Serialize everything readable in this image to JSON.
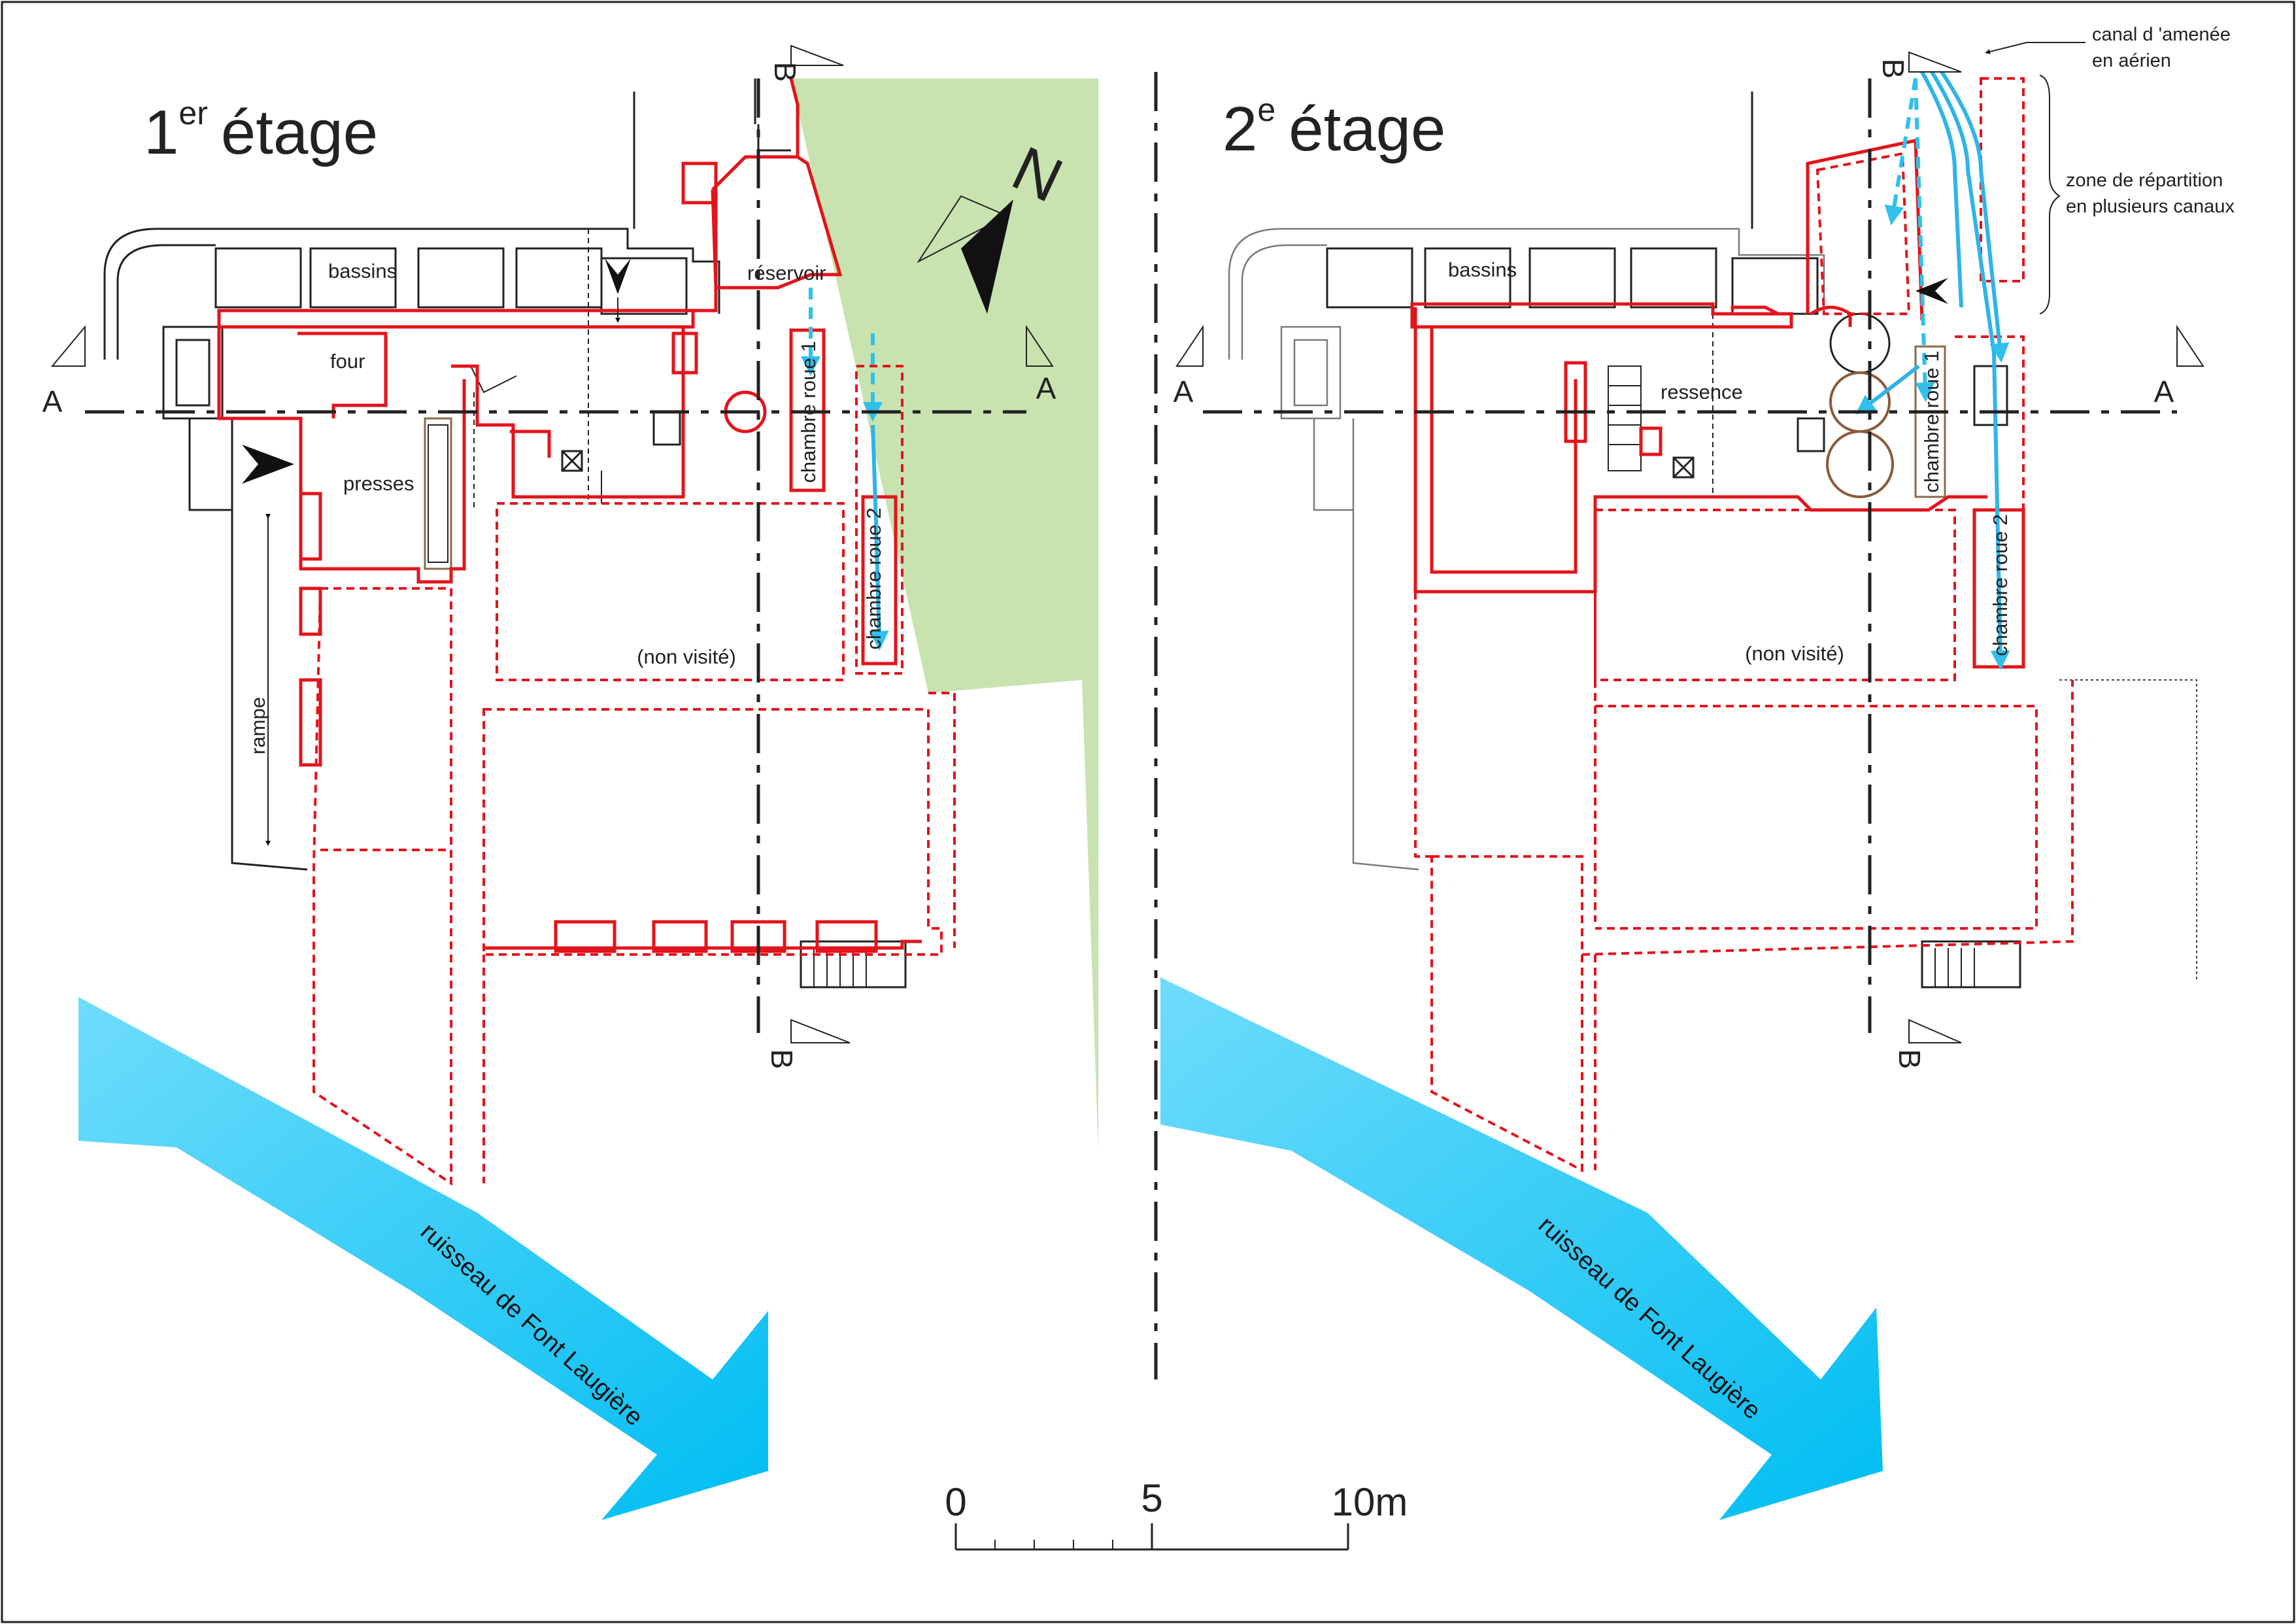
{
  "left_plan": {
    "title_number": "1",
    "title_sup": "er",
    "title_word": "étage",
    "rooms": {
      "bassins": "bassins",
      "four": "four",
      "presses": "presses",
      "reservoir": "réservoir",
      "chambre_roue_1": "chambre roue 1",
      "chambre_roue_2": "chambre roue 2",
      "non_visite": "(non visité)",
      "rampe": "rampe"
    },
    "stream": "ruisseau de Font Laugière"
  },
  "right_plan": {
    "title_number": "2",
    "title_sup": "e",
    "title_word": "étage",
    "rooms": {
      "bassins": "bassins",
      "ressence": "ressence",
      "chambre_roue_1": "chambre roue 1",
      "chambre_roue_2": "chambre roue 2",
      "non_visite": "(non visité)"
    },
    "notes": {
      "canal_line1": "canal d 'amenée",
      "canal_line2": "en aérien",
      "zone_line1": "zone de répartition",
      "zone_line2": "en plusieurs canaux"
    },
    "stream": "ruisseau de Font Laugière"
  },
  "sections": {
    "a": "A",
    "b": "B"
  },
  "north": "N",
  "scale_bar": {
    "zero": "0",
    "mid": "5",
    "end": "10m"
  },
  "colors": {
    "wall_red": "#e3141b",
    "water_blue": "#2fc0ec",
    "stream_blue_light": "#6fdcfb",
    "stream_blue_dark": "#00bdf2",
    "green_zone": "#c8e3b0"
  }
}
